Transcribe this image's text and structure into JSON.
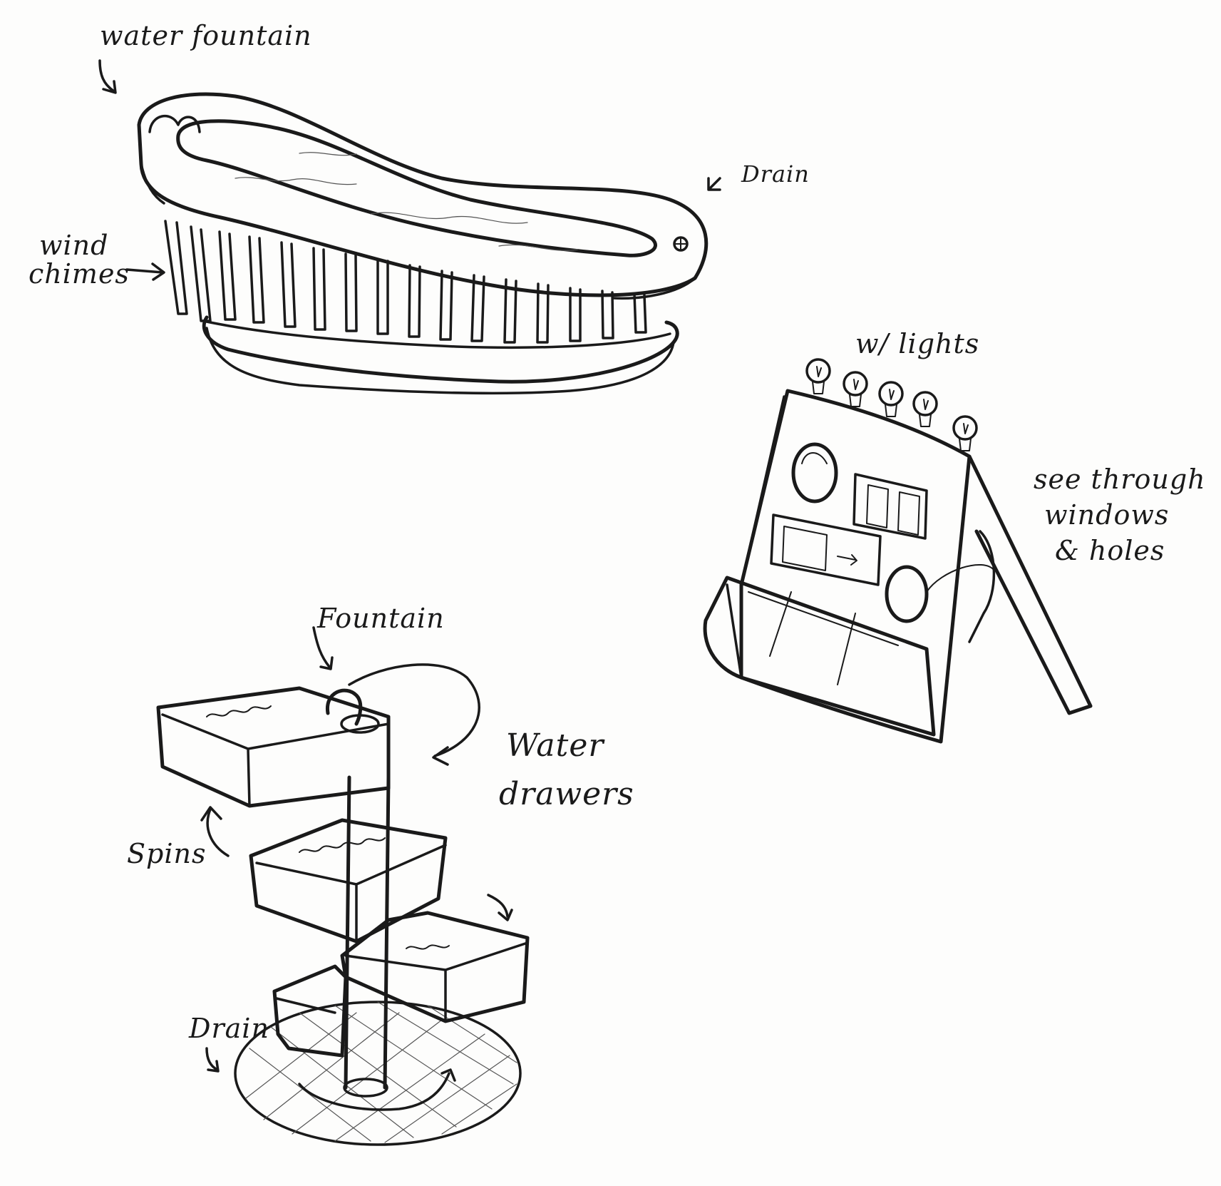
{
  "paper_color": "#fdfdfc",
  "ink_color": "#1a1a1a",
  "sketch1": {
    "water_fountain": "water fountain",
    "drain": "Drain",
    "wind_chimes_1": "wind",
    "wind_chimes_2": "chimes"
  },
  "sketch2": {
    "lights": "w/ lights",
    "see_through_1": "see through",
    "see_through_2": "windows",
    "see_through_3": "& holes"
  },
  "sketch3": {
    "fountain": "Fountain",
    "water_drawers_1": "Water",
    "water_drawers_2": "drawers",
    "spins": "Spins",
    "drain": "Drain"
  }
}
